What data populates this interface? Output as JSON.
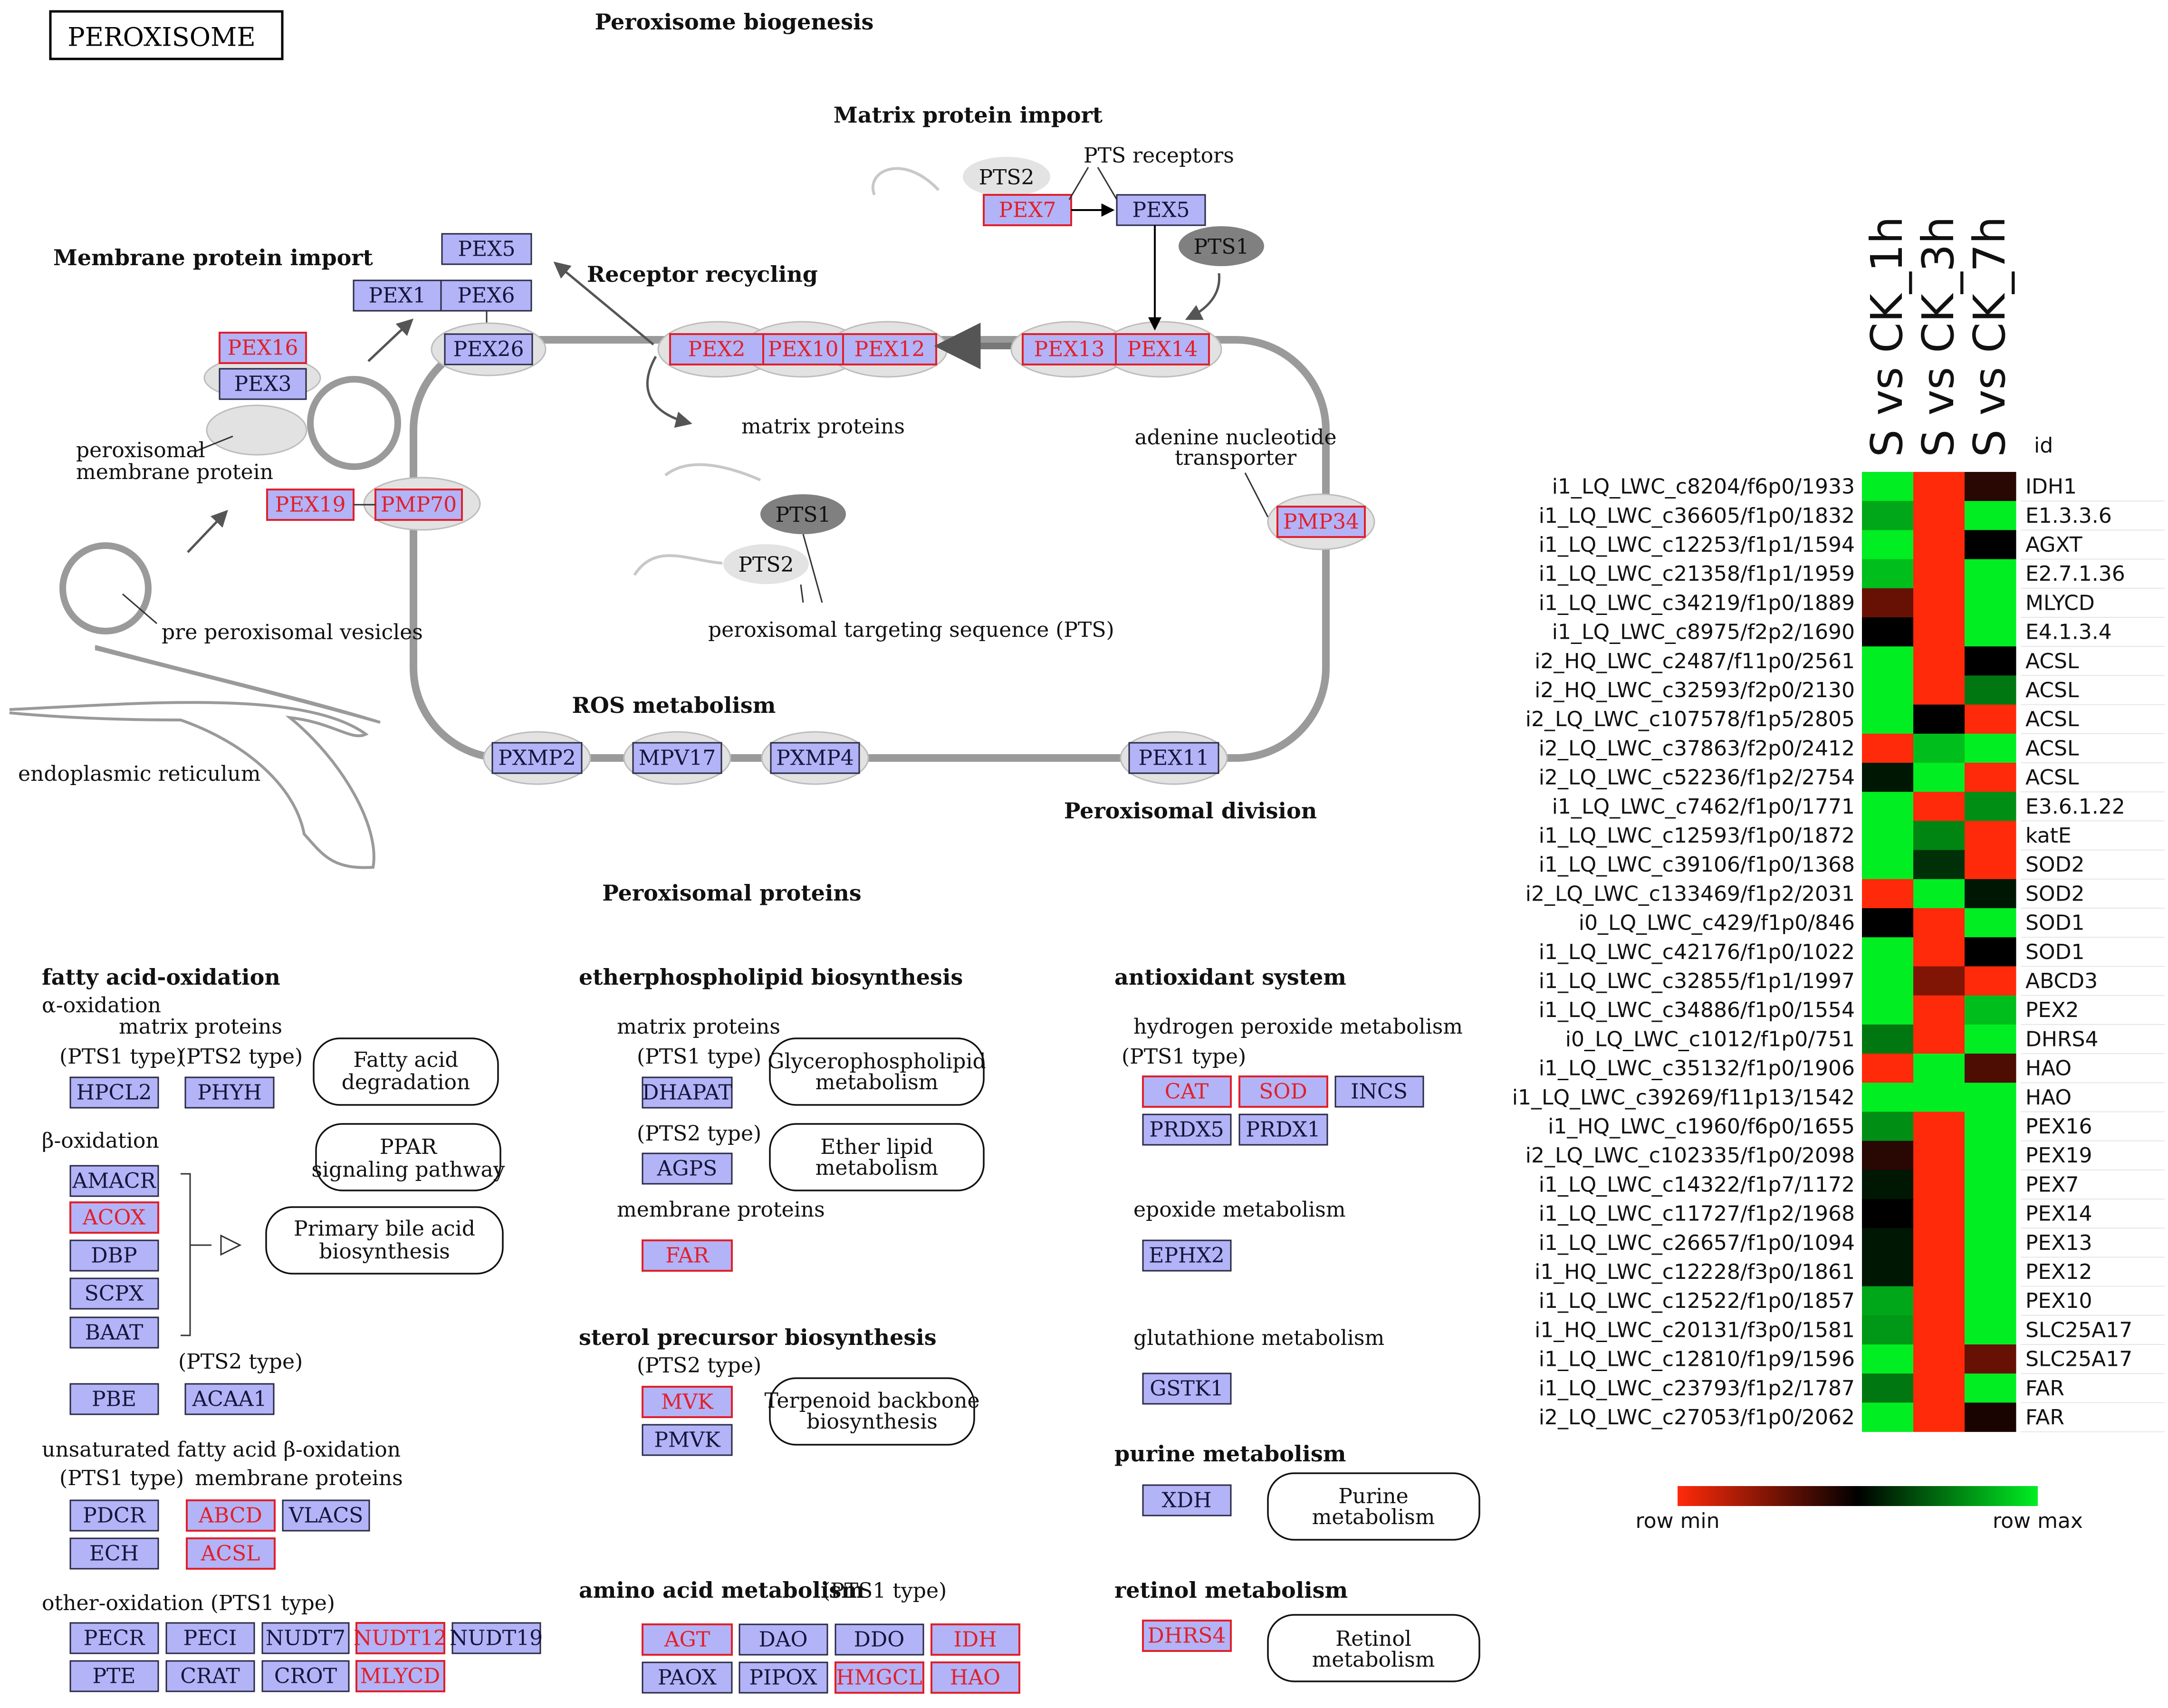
{
  "map": {
    "title": "PEROXISOME",
    "sections": {
      "biogenesis": "Peroxisome biogenesis",
      "membrane_import": "Membrane protein import",
      "matrix_import": "Matrix protein import",
      "receptor_recycling": "Receptor recycling",
      "ros": "ROS metabolism",
      "division": "Peroxisomal division",
      "proteins": "Peroxisomal proteins"
    },
    "labels": {
      "pts_receptors": "PTS receptors",
      "matrix_proteins": "matrix proteins",
      "adenine1": "adenine nucleotide",
      "adenine2": "transporter",
      "perox_mem1": "peroxisomal",
      "perox_mem2": "membrane protein",
      "pre_vesicles": "pre peroxisomal vesicles",
      "er": "endoplasmic reticulum",
      "pts_seq": "peroxisomal targeting sequence (PTS)"
    },
    "pathway_genes": {
      "pex5_top": "PEX5",
      "pex1": "PEX1",
      "pex6": "PEX6",
      "pex26": "PEX26",
      "pex16": "PEX16",
      "pex3": "PEX3",
      "pex19": "PEX19",
      "pmp70": "PMP70",
      "pex2": "PEX2",
      "pex10": "PEX10",
      "pex12": "PEX12",
      "pex13": "PEX13",
      "pex14": "PEX14",
      "pex7": "PEX7",
      "pex5_r": "PEX5",
      "pts2_a": "PTS2",
      "pts1_a": "PTS1",
      "pts1_b": "PTS1",
      "pts2_b": "PTS2",
      "pmp34": "PMP34",
      "pxmp2": "PXMP2",
      "mpv17": "MPV17",
      "pxmp4": "PXMP4",
      "pex11": "PEX11"
    },
    "categories": {
      "fatty": "fatty acid-oxidation",
      "alpha": "α-oxidation",
      "fatty_matrix": "matrix proteins",
      "fatty_pts1": "(PTS1 type)",
      "fatty_pts2": "(PTS2 type)",
      "beta": "β-oxidation",
      "beta_pts2": "(PTS2 type)",
      "unsat": "unsaturated fatty acid β-oxidation",
      "unsat_pts1": "(PTS1 type)",
      "unsat_mem": "membrane proteins",
      "other": "other-oxidation (PTS1 type)",
      "ether": "etherphospholipid biosynthesis",
      "ether_matrix": "matrix proteins",
      "ether_pts1": "(PTS1 type)",
      "ether_pts2": "(PTS2 type)",
      "ether_mem": "membrane proteins",
      "sterol": "sterol precursor biosynthesis",
      "sterol_pts2": "(PTS2 type)",
      "amino": "amino acid metabolism",
      "amino_pts1": "(PTS1 type)",
      "antiox": "antioxidant system",
      "h2o2": "hydrogen peroxide metabolism",
      "h2o2_pts1": "(PTS1 type)",
      "epoxide": "epoxide metabolism",
      "gluta": "glutathione metabolism",
      "purine": "purine metabolism",
      "retinol": "retinol metabolism"
    },
    "routes": {
      "fatty_deg1": "Fatty acid",
      "fatty_deg2": "degradation",
      "ppar1": "PPAR",
      "ppar2": "signaling pathway",
      "bile1": "Primary bile acid",
      "bile2": "biosynthesis",
      "glycero1": "Glycerophospholipid",
      "glycero2": "metabolism",
      "ether1": "Ether lipid",
      "ether2": "metabolism",
      "terp1": "Terpenoid backbone",
      "terp2": "biosynthesis",
      "purine1": "Purine",
      "purine2": "metabolism",
      "retinol1": "Retinol",
      "retinol2": "metabolism"
    },
    "protein_genes": {
      "hpcl2": "HPCL2",
      "phyh": "PHYH",
      "amacr": "AMACR",
      "acox": "ACOX",
      "dbp": "DBP",
      "scpx": "SCPX",
      "baat": "BAAT",
      "pbe": "PBE",
      "acaa1": "ACAA1",
      "pdcr": "PDCR",
      "abcd": "ABCD",
      "vlacs": "VLACS",
      "ech": "ECH",
      "acsl": "ACSL",
      "pecr": "PECR",
      "peci": "PECI",
      "nudt7": "NUDT7",
      "nudt12": "NUDT12",
      "nudt19": "NUDT19",
      "pte": "PTE",
      "crat": "CRAT",
      "crot": "CROT",
      "mlycd": "MLYCD",
      "dhapat": "DHAPAT",
      "agps": "AGPS",
      "far": "FAR",
      "mvk": "MVK",
      "pmvk": "PMVK",
      "agt": "AGT",
      "dao": "DAO",
      "ddo": "DDO",
      "idh": "IDH",
      "paox": "PAOX",
      "pipox": "PIPOX",
      "hmgcl": "HMGCL",
      "hao": "HAO",
      "cat": "CAT",
      "sod": "SOD",
      "incs": "INCS",
      "prdx5": "PRDX5",
      "prdx1": "PRDX1",
      "ephx2": "EPHX2",
      "gstk1": "GSTK1",
      "xdh": "XDH",
      "dhrs4": "DHRS4"
    }
  },
  "heatmap": {
    "columns": [
      "S vs CK_1h",
      "S vs CK_3h",
      "S vs CK_7h"
    ],
    "id_header": "id",
    "legend": {
      "min": "row min",
      "max": "row max"
    },
    "colors": {
      "low": "#ff2a0a",
      "mid": "#000000",
      "high": "#00ee22"
    },
    "rows": [
      {
        "contig": "i1_LQ_LWC_c8204/f6p0/1933",
        "id": "IDH1",
        "values": [
          1.0,
          0.0,
          0.42
        ]
      },
      {
        "contig": "i1_LQ_LWC_c36605/f1p0/1832",
        "id": "E1.3.3.6",
        "values": [
          0.85,
          0.0,
          1.0
        ]
      },
      {
        "contig": "i1_LQ_LWC_c12253/f1p1/1594",
        "id": "AGXT",
        "values": [
          1.0,
          0.0,
          0.5
        ]
      },
      {
        "contig": "i1_LQ_LWC_c21358/f1p1/1959",
        "id": "E2.7.1.36",
        "values": [
          0.9,
          0.0,
          1.0
        ]
      },
      {
        "contig": "i1_LQ_LWC_c34219/f1p0/1889",
        "id": "MLYCD",
        "values": [
          0.3,
          0.0,
          1.0
        ]
      },
      {
        "contig": "i1_LQ_LWC_c8975/f2p2/1690",
        "id": "E4.1.3.4",
        "values": [
          0.5,
          0.0,
          1.0
        ]
      },
      {
        "contig": "i2_HQ_LWC_c2487/f11p0/2561",
        "id": "ACSL",
        "values": [
          1.0,
          0.0,
          0.5
        ]
      },
      {
        "contig": "i2_HQ_LWC_c32593/f2p0/2130",
        "id": "ACSL",
        "values": [
          1.0,
          0.0,
          0.75
        ]
      },
      {
        "contig": "i2_LQ_LWC_c107578/f1p5/2805",
        "id": "ACSL",
        "values": [
          1.0,
          0.5,
          0.0
        ]
      },
      {
        "contig": "i2_LQ_LWC_c37863/f2p0/2412",
        "id": "ACSL",
        "values": [
          0.0,
          0.9,
          1.0
        ]
      },
      {
        "contig": "i2_LQ_LWC_c52236/f1p2/2754",
        "id": "ACSL",
        "values": [
          0.55,
          1.0,
          0.0
        ]
      },
      {
        "contig": "i1_LQ_LWC_c7462/f1p0/1771",
        "id": "E3.6.1.22",
        "values": [
          1.0,
          0.0,
          0.8
        ]
      },
      {
        "contig": "i1_LQ_LWC_c12593/f1p0/1872",
        "id": "katE",
        "values": [
          1.0,
          0.78,
          0.0
        ]
      },
      {
        "contig": "i1_LQ_LWC_c39106/f1p0/1368",
        "id": "SOD2",
        "values": [
          1.0,
          0.6,
          0.0
        ]
      },
      {
        "contig": "i2_LQ_LWC_c133469/f1p2/2031",
        "id": "SOD2",
        "values": [
          0.0,
          1.0,
          0.55
        ]
      },
      {
        "contig": "i0_LQ_LWC_c429/f1p0/846",
        "id": "SOD1",
        "values": [
          0.5,
          0.0,
          1.0
        ]
      },
      {
        "contig": "i1_LQ_LWC_c42176/f1p0/1022",
        "id": "SOD1",
        "values": [
          1.0,
          0.0,
          0.5
        ]
      },
      {
        "contig": "i1_LQ_LWC_c32855/f1p1/1997",
        "id": "ABCD3",
        "values": [
          1.0,
          0.25,
          0.0
        ]
      },
      {
        "contig": "i1_LQ_LWC_c34886/f1p0/1554",
        "id": "PEX2",
        "values": [
          1.0,
          0.0,
          0.9
        ]
      },
      {
        "contig": "i0_LQ_LWC_c1012/f1p0/751",
        "id": "DHRS4",
        "values": [
          0.75,
          0.0,
          1.0
        ]
      },
      {
        "contig": "i1_LQ_LWC_c35132/f1p0/1906",
        "id": "HAO",
        "values": [
          0.0,
          1.0,
          0.35
        ]
      },
      {
        "contig": "i1_LQ_LWC_c39269/f11p13/1542",
        "id": "HAO",
        "values": [
          1.0,
          1.0,
          1.0
        ]
      },
      {
        "contig": "i1_HQ_LWC_c1960/f6p0/1655",
        "id": "PEX16",
        "values": [
          0.8,
          0.0,
          1.0
        ]
      },
      {
        "contig": "i2_LQ_LWC_c102335/f1p0/2098",
        "id": "PEX19",
        "values": [
          0.42,
          0.0,
          1.0
        ]
      },
      {
        "contig": "i1_LQ_LWC_c14322/f1p7/1172",
        "id": "PEX7",
        "values": [
          0.55,
          0.0,
          1.0
        ]
      },
      {
        "contig": "i1_LQ_LWC_c11727/f1p2/1968",
        "id": "PEX14",
        "values": [
          0.5,
          0.0,
          1.0
        ]
      },
      {
        "contig": "i1_LQ_LWC_c26657/f1p0/1094",
        "id": "PEX13",
        "values": [
          0.55,
          0.0,
          1.0
        ]
      },
      {
        "contig": "i1_HQ_LWC_c12228/f3p0/1861",
        "id": "PEX12",
        "values": [
          0.55,
          0.0,
          1.0
        ]
      },
      {
        "contig": "i1_LQ_LWC_c12522/f1p0/1857",
        "id": "PEX10",
        "values": [
          0.85,
          0.0,
          1.0
        ]
      },
      {
        "contig": "i1_HQ_LWC_c20131/f3p0/1581",
        "id": "SLC25A17",
        "values": [
          0.82,
          0.0,
          1.0
        ]
      },
      {
        "contig": "i1_LQ_LWC_c12810/f1p9/1596",
        "id": "SLC25A17",
        "values": [
          1.0,
          0.0,
          0.3
        ]
      },
      {
        "contig": "i1_LQ_LWC_c23793/f1p2/1787",
        "id": "FAR",
        "values": [
          0.75,
          0.0,
          1.0
        ]
      },
      {
        "contig": "i2_LQ_LWC_c27053/f1p0/2062",
        "id": "FAR",
        "values": [
          1.0,
          0.0,
          0.45
        ]
      }
    ]
  }
}
